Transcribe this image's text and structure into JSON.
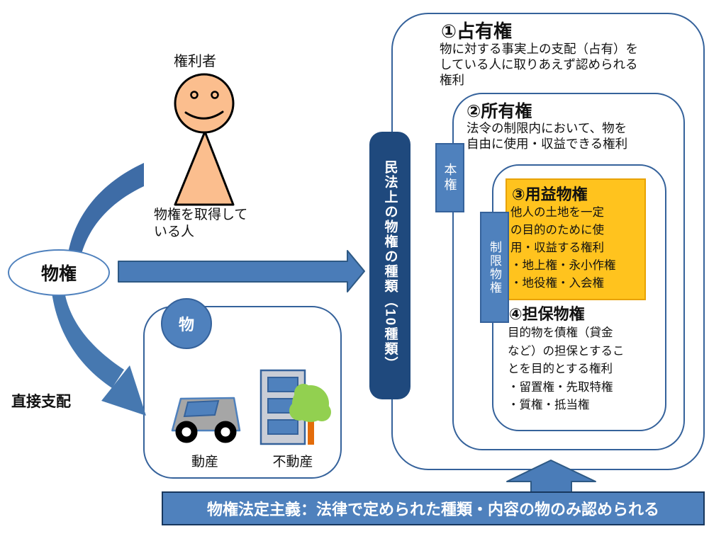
{
  "colors": {
    "accent_blue": "#4f81bd",
    "dark_navy": "#1f497d",
    "box_border": "#35629b",
    "orange_fill": "#ffc31e",
    "orange_border": "#e8a202",
    "skin": "#fbbe8e",
    "tree_green": "#92d050",
    "trunk_orange": "#e36c0a",
    "car_gray": "#a6a6a6",
    "building_gray": "#c9cdd6"
  },
  "person": {
    "label": "権利者",
    "caption": "物権を取得して\nいる人"
  },
  "oval": {
    "label": "物権"
  },
  "labels": {
    "direct_control": "直接支配",
    "honken": "本権",
    "seigen": "制限物権"
  },
  "thing": {
    "badge": "物",
    "movable": "動産",
    "immovable": "不動産"
  },
  "center_bar": {
    "label": "民法上の物権の種類（10種類）"
  },
  "sections": {
    "possession": {
      "title": "①占有権",
      "body": "物に対する事実上の支配（占有）を\nしている人に取りあえず認められる\n権利"
    },
    "ownership": {
      "title": "②所有権",
      "body": "法令の制限内において、物を\n自由に使用・収益できる権利"
    },
    "usufruct": {
      "title": "③用益物権",
      "body": "他人の土地を一定\nの目的のために使\n用・収益する権利\n・地上権・永小作権\n・地役権・入会権"
    },
    "security": {
      "title": "④担保物権",
      "body": "目的物を債権（貸金\nなど）の担保とするこ\nとを目的とする権利\n・留置権・先取特権\n・質権・抵当権"
    }
  },
  "bottom_bar": {
    "text": "物権法定主義：法律で定められた種類・内容の物のみ認められる"
  }
}
